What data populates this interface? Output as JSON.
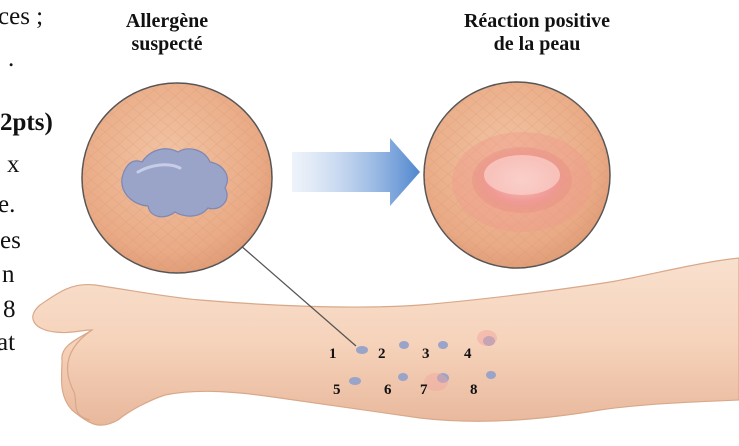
{
  "left_text_fragments": [
    "ces ;",
    ".",
    "2pts)",
    "x",
    "e.",
    "es",
    "n",
    "8",
    "at"
  ],
  "allergen_title": [
    "Allergène",
    "suspecté"
  ],
  "reaction_title": [
    "Réaction positive",
    "de la peau"
  ],
  "test_site_numbers": [
    "1",
    "2",
    "3",
    "4",
    "5",
    "6",
    "7",
    "8"
  ],
  "colors": {
    "skin": "#eab08c",
    "skin_light": "#f6d5bf",
    "allergen_drop": "#9aa3c8",
    "wheal": "#f08a8a",
    "arrow": "#5b8fd1"
  }
}
